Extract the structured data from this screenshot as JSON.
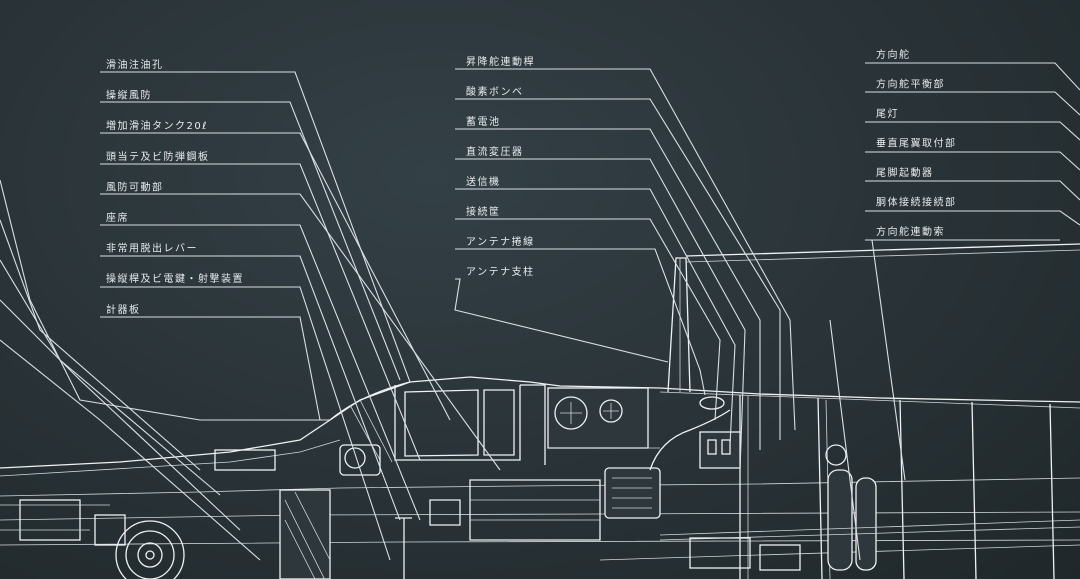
{
  "labels": {
    "left": [
      "滑油注油孔",
      "操縦風防",
      "増加滑油タンク20ℓ",
      "頭当テ及ビ防弾鋼板",
      "風防可動部",
      "座席",
      "非常用脱出レバー",
      "操縦桿及ビ電鍵・射撃装置",
      "計器板"
    ],
    "middle": [
      "昇降舵連動桿",
      "酸素ボンベ",
      "蓄電池",
      "直流変圧器",
      "送信機",
      "接続筐",
      "アンテナ捲線",
      "アンテナ支柱"
    ],
    "right": [
      "方向舵",
      "方向舵平衡部",
      "尾灯",
      "垂直尾翼取付部",
      "尾脚起動器",
      "胴体接続接続部",
      "方向舵連動索"
    ]
  },
  "colors": {
    "background": "#2a3236",
    "line": "#e8ecee"
  }
}
